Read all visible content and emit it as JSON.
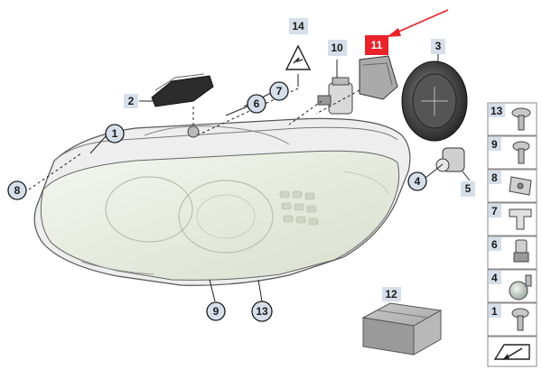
{
  "diagram": {
    "callouts": {
      "c1": "1",
      "c2": "2",
      "c3": "3",
      "c4": "4",
      "c5": "5",
      "c6": "6",
      "c7": "7",
      "c8": "8",
      "c9": "9",
      "c10": "10",
      "c11": "11",
      "c12": "12",
      "c13": "13",
      "c14": "14"
    },
    "highlight_color": "#e8232a",
    "callout_fill": "#d6dfe9"
  },
  "parts_panel": {
    "items": [
      {
        "label": "13",
        "icon": "screw-icon"
      },
      {
        "label": "9",
        "icon": "screw-icon"
      },
      {
        "label": "8",
        "icon": "clip-nut-icon"
      },
      {
        "label": "7",
        "icon": "bracket-icon"
      },
      {
        "label": "6",
        "icon": "bulb-icon"
      },
      {
        "label": "4",
        "icon": "bulb-icon"
      },
      {
        "label": "1",
        "icon": "screw-icon"
      },
      {
        "label": "",
        "icon": "arrow-icon"
      }
    ]
  }
}
